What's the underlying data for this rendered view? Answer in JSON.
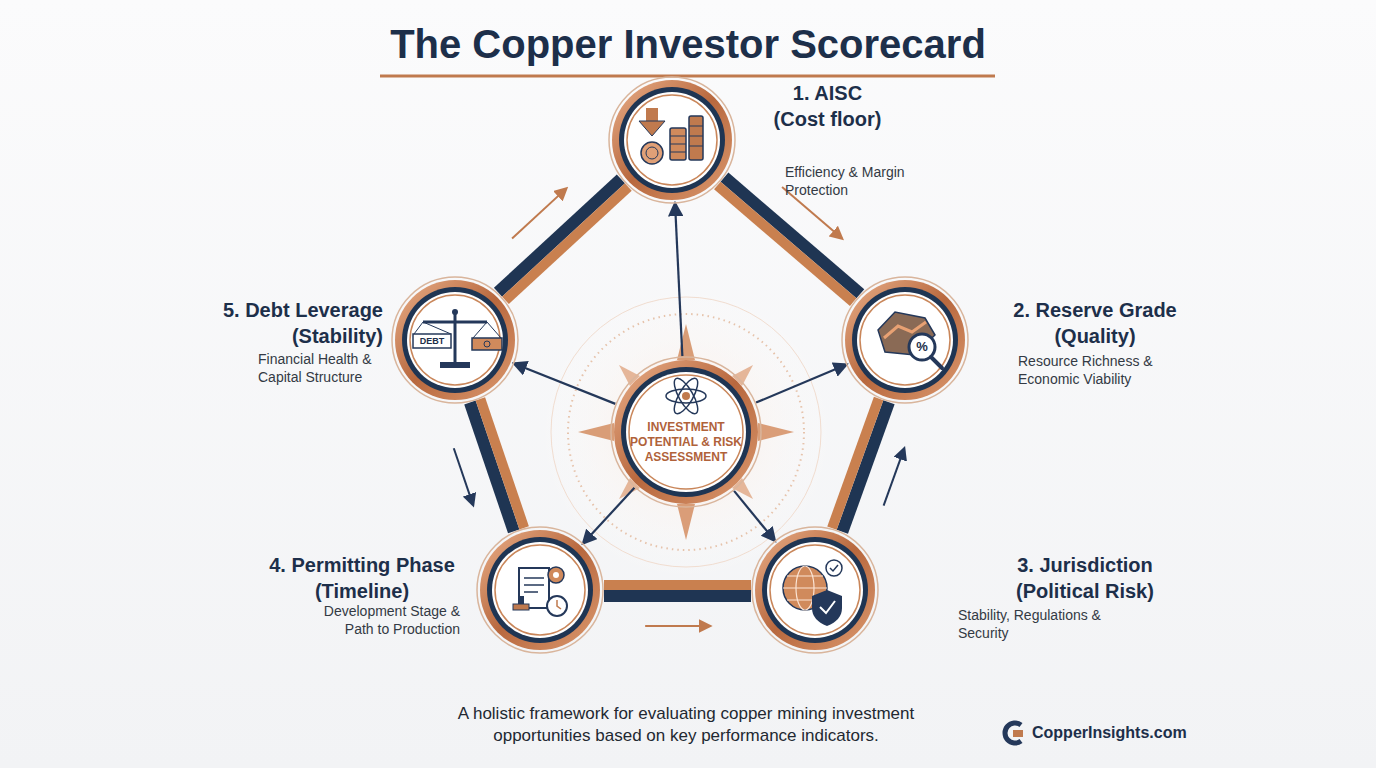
{
  "diagram": {
    "title": "The Copper Investor Scorecard",
    "caption": "A holistic framework for evaluating copper mining investment opportunities based on key performance indicators.",
    "nodes": [
      {
        "text": [
          "1. AISC (Cost floor)",
          "Efficiency & Margin Protection"
        ]
      },
      {
        "text": [
          "2. Reserve Grade (Quality)",
          "Resource Richness & Economic Viability"
        ]
      },
      {
        "text": [
          "3. Jurisdiction (Political Risk)",
          "Stability, Regulations & Security"
        ]
      },
      {
        "text": [
          "4. Permitting Phase (Timeline)",
          "Development Stage & Path to Production"
        ]
      },
      {
        "text": [
          "5. Debt Leverage (Stability)",
          "Financial Health & Capital Structure"
        ]
      },
      {
        "text": [
          "INVESTMENT POTENTIAL & RISK ASSESSMENT"
        ]
      }
    ],
    "edges": [
      {
        "from": 0,
        "to": 1,
        "arrow": "to"
      },
      {
        "from": 2,
        "to": 1,
        "arrow": "to"
      },
      {
        "from": 3,
        "to": 2,
        "arrow": "to"
      },
      {
        "from": 4,
        "to": 3,
        "arrow": "to"
      },
      {
        "from": 4,
        "to": 0,
        "arrow": "to"
      },
      {
        "from": 5,
        "to": 0,
        "arrow": "to"
      },
      {
        "from": 5,
        "to": 1,
        "arrow": "to"
      },
      {
        "from": 5,
        "to": 2,
        "arrow": "to"
      },
      {
        "from": 5,
        "to": 3,
        "arrow": "to"
      },
      {
        "from": 5,
        "to": 4,
        "arrow": "to"
      }
    ],
    "labels": [
      "%",
      "DEBT",
      "CopperInsights.com"
    ]
  }
}
